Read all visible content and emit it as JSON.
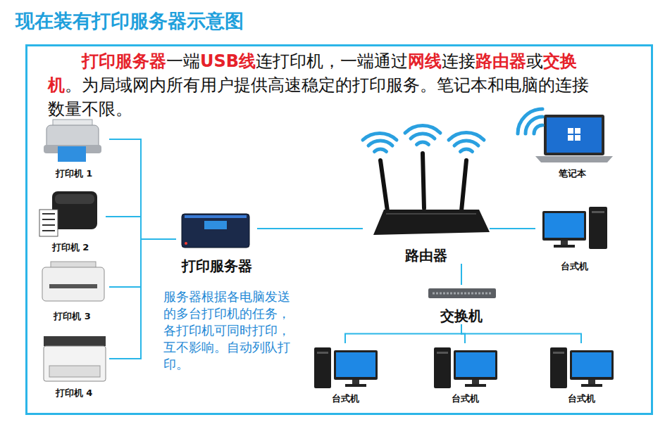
{
  "diagram": {
    "title": "现在装有打印服务器示意图",
    "nodes": [
      {
        "text": [
          "打印机 1"
        ]
      },
      {
        "text": [
          "打印机 2"
        ]
      },
      {
        "text": [
          "打印机 3"
        ]
      },
      {
        "text": [
          "打印机 4"
        ]
      },
      {
        "text": [
          "打印服务器"
        ]
      },
      {
        "text": [
          "路由器"
        ]
      },
      {
        "text": [
          "笔记本"
        ]
      },
      {
        "text": [
          "台式机"
        ]
      },
      {
        "text": [
          "交换机"
        ]
      },
      {
        "text": [
          "台式机"
        ]
      },
      {
        "text": [
          "台式机"
        ]
      },
      {
        "text": [
          "台式机"
        ]
      }
    ],
    "edges": [
      {
        "from": 0,
        "to": 4,
        "arrow": "none"
      },
      {
        "from": 1,
        "to": 4,
        "arrow": "none"
      },
      {
        "from": 2,
        "to": 4,
        "arrow": "none"
      },
      {
        "from": 3,
        "to": 4,
        "arrow": "none"
      },
      {
        "from": 4,
        "to": 5,
        "arrow": "none"
      },
      {
        "from": 5,
        "to": 7,
        "arrow": "none"
      },
      {
        "from": 5,
        "to": 8,
        "arrow": "none"
      },
      {
        "from": 8,
        "to": 9,
        "arrow": "none"
      },
      {
        "from": 8,
        "to": 10,
        "arrow": "none"
      },
      {
        "from": 8,
        "to": 11,
        "arrow": "none"
      }
    ],
    "labels": [
      "打印服务器",
      "一端",
      "USB线",
      "连打印机，一端通过",
      "网线",
      "连接",
      "路由器",
      "或",
      "交换机",
      "。为局域网内所有用户提供高速稳定的打印服务。笔记本和电脑的连接数量不限。",
      "服务器根据各电脑发送的多台打印机的任务，各打印机可同时打印，互不影响。自动列队打印。"
    ]
  }
}
